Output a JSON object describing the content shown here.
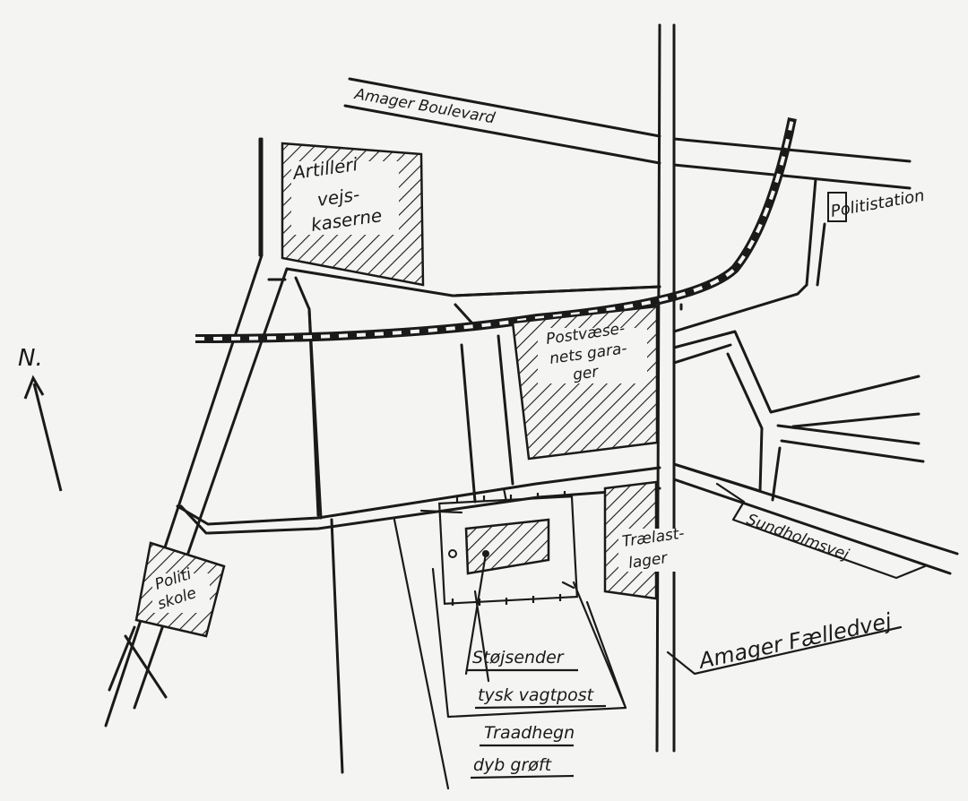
{
  "map": {
    "north": "N.",
    "streets": {
      "amager_boulevard": "Amager Boulevard",
      "sundholmsvej": "Sundholmsvej",
      "amager_faelledvej": "Amager Fælledvej"
    },
    "places": {
      "artilleri": [
        "Artilleri",
        "vejs-",
        "kaserne"
      ],
      "politistation": "Politistation",
      "postvaesenet": [
        "Postvæse-",
        "nets gara-",
        "ger"
      ],
      "traelast": [
        "Trælast-",
        "lager"
      ],
      "politiskole": [
        "Politi",
        "skole"
      ]
    },
    "legend": {
      "stojsender": "Støjsender",
      "vagtpost": "tysk vagtpost",
      "traadhegn": "Traadhegn",
      "grav": "dyb grøft"
    }
  }
}
